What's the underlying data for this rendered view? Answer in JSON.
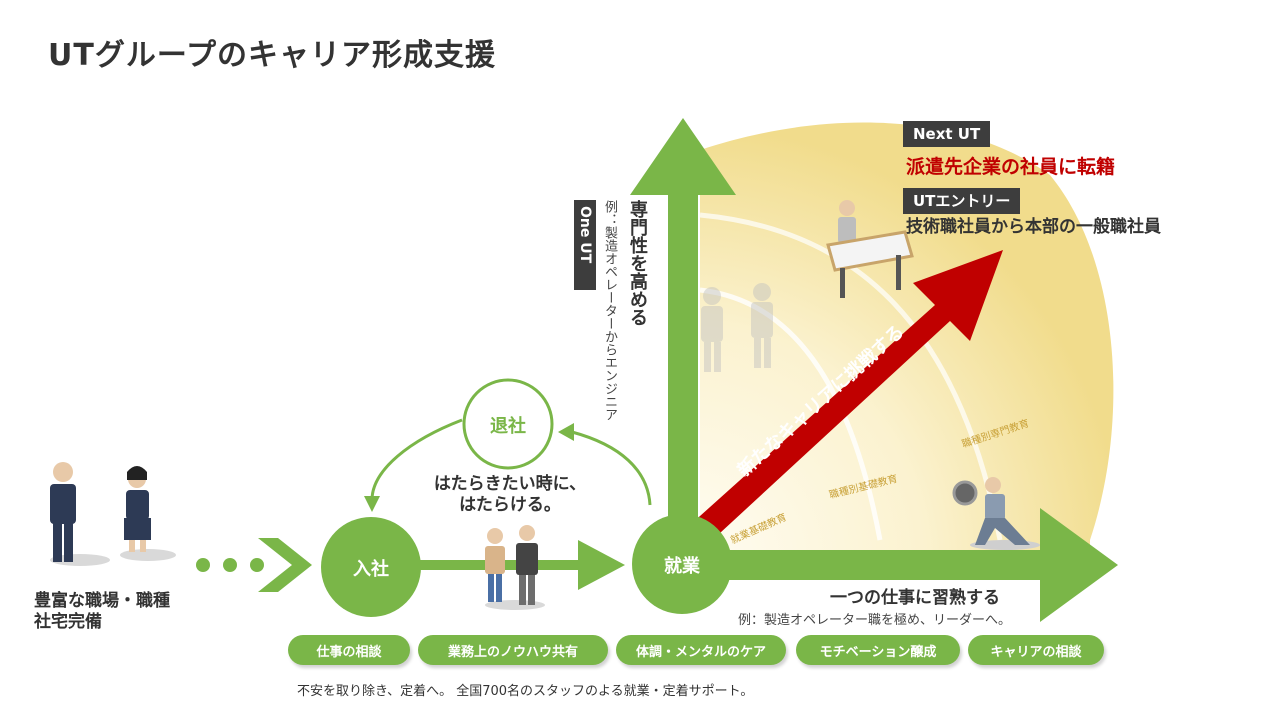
{
  "title": "UTグループのキャリア形成支援",
  "left_label": {
    "line1": "豊富な職場・職種",
    "line2": "社宅完備"
  },
  "nodes": {
    "join": "入社",
    "employment": "就業",
    "retire": "退社"
  },
  "cycle_caption": {
    "line1": "はたらきたい時に、",
    "line2": "はたらける。"
  },
  "vertical_axis": {
    "label": "専門性を高める",
    "example": "例：製造オペレーターからエンジニア",
    "tag": "One UT"
  },
  "horizontal_axis": {
    "label": "一つの仕事に習熟する",
    "example": "例：製造オペレーター職を極め、リーダーへ。"
  },
  "diagonal_label": "新たなキャリアに挑戦する",
  "training_bands": [
    "就業基礎教育",
    "職種別基礎教育",
    "職種別専門教育"
  ],
  "next_ut": {
    "tag": "Next UT",
    "text": "派遣先企業の社員に転籍"
  },
  "ut_entry": {
    "tag": "UTエントリー",
    "text": "技術職社員から本部の一般職社員"
  },
  "support_pills": [
    "仕事の相談",
    "業務上のノウハウ共有",
    "体調・メンタルのケア",
    "モチベーション醸成",
    "キャリアの相談"
  ],
  "bottom_note": "不安を取り除き、定着へ。 全国700名のスタッフのよる就業・定着サポート。",
  "colors": {
    "green": "#7ab648",
    "red": "#c00000",
    "dark_tag": "#3d3d3d",
    "fan": "#f3e3a0"
  }
}
